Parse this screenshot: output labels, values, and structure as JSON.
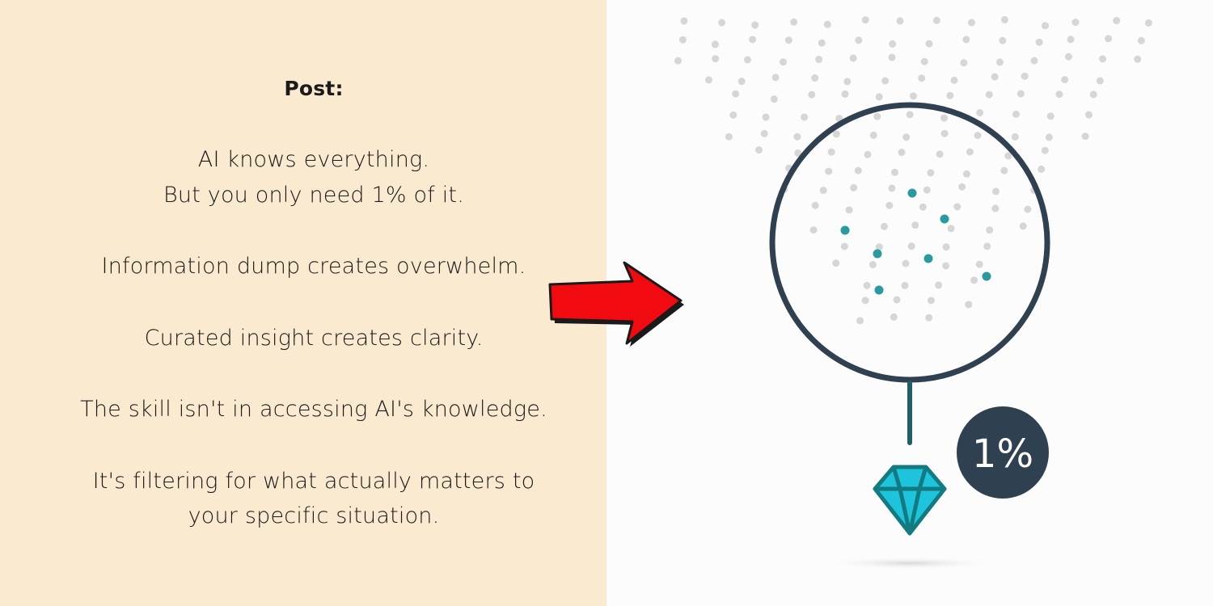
{
  "post": {
    "heading": "Post:",
    "lines": [
      "AI knows everything.",
      "But you only need 1% of it.",
      "Information dump creates overwhelm.",
      "Curated insight creates clarity.",
      "The skill isn't in accessing AI's knowledge.",
      "It's filtering for what actually matters to",
      "your specific situation."
    ]
  },
  "illustration": {
    "badge_text": "1%",
    "colors": {
      "left_bg": "#faead0",
      "arrow": "#f10a10",
      "ring": "#2f4050",
      "teal_dot": "#2a9aa0",
      "diamond": "#1ec3dc",
      "diamond_outline": "#137a80"
    }
  }
}
